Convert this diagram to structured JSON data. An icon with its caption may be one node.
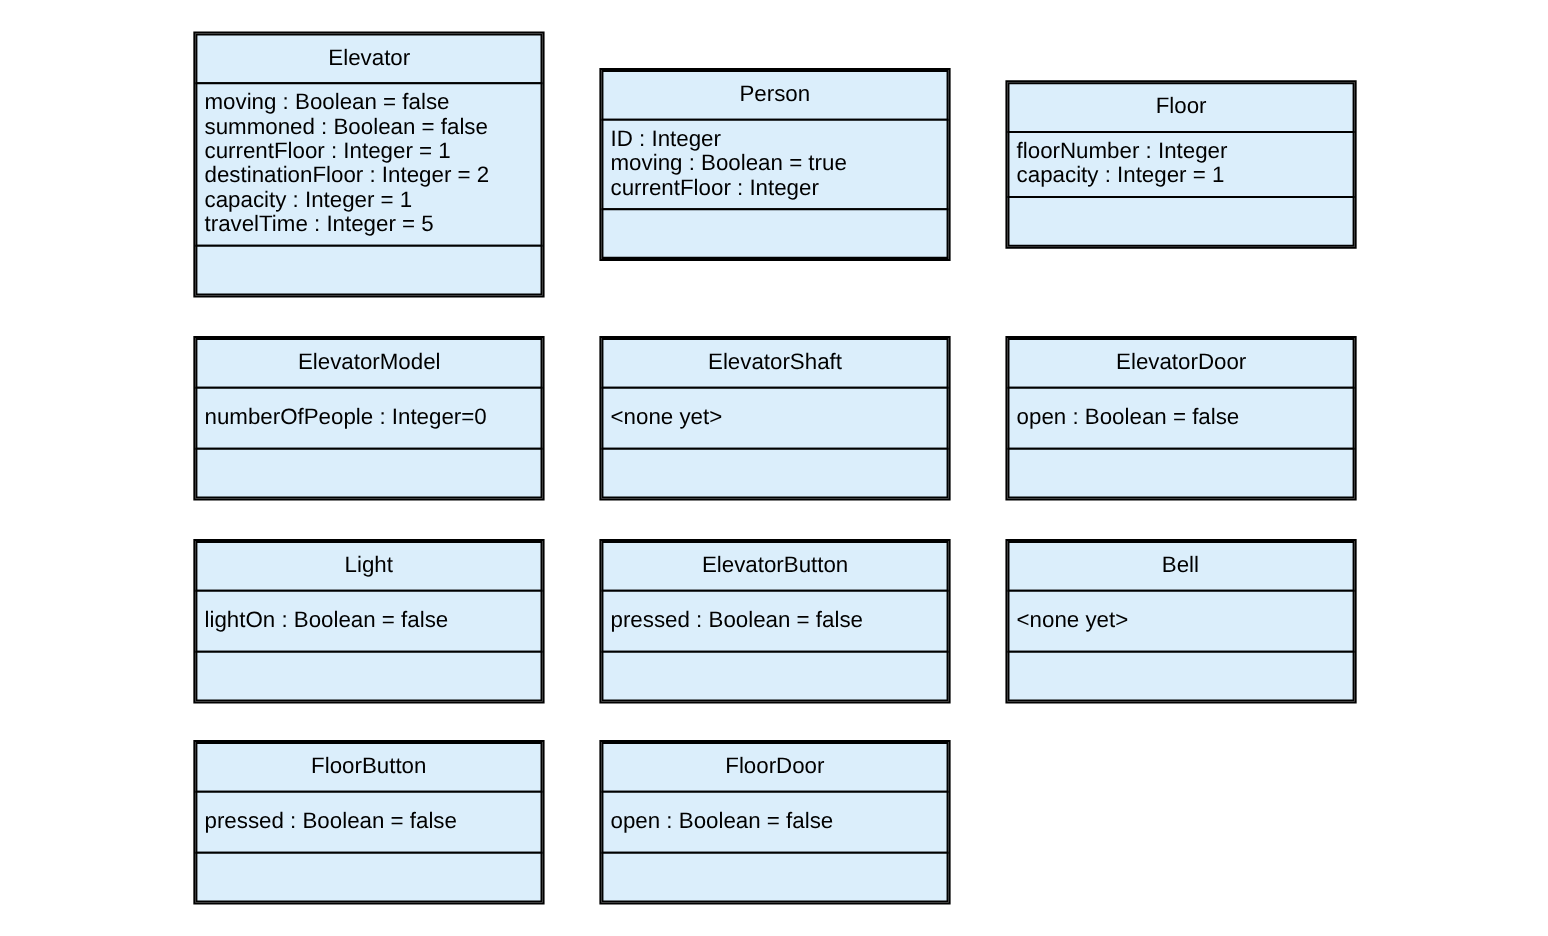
{
  "diagram": {
    "nodes": [
      {
        "text": [
          "ElevatorModel",
          "numberOfPeople : Integer=0"
        ]
      },
      {
        "text": [
          "ElevatorShaft",
          "<none yet>"
        ]
      },
      {
        "text": [
          "ElevatorDoor",
          "open : Boolean = false"
        ]
      },
      {
        "text": [
          "Person",
          "ID : Integer",
          "moving : Boolean = true",
          "currentFloor : Integer"
        ]
      },
      {
        "text": [
          "Floor",
          "floorNumber : Integer",
          "capacity : Integer = 1"
        ]
      },
      {
        "text": [
          "Light",
          "lightOn : Boolean = false"
        ]
      },
      {
        "text": [
          "Elevator",
          "moving : Boolean = false",
          "summoned : Boolean = false",
          "currentFloor : Integer = 1",
          "destinationFloor : Integer = 2",
          "capacity : Integer = 1",
          "travelTime : Integer = 5"
        ]
      },
      {
        "text": [
          "ElevatorButton",
          "pressed : Boolean = false"
        ]
      },
      {
        "text": [
          "Bell",
          "<none yet>"
        ]
      },
      {
        "text": [
          "FloorButton",
          "pressed : Boolean = false"
        ]
      },
      {
        "text": [
          "FloorDoor",
          "open : Boolean = false"
        ]
      }
    ]
  }
}
